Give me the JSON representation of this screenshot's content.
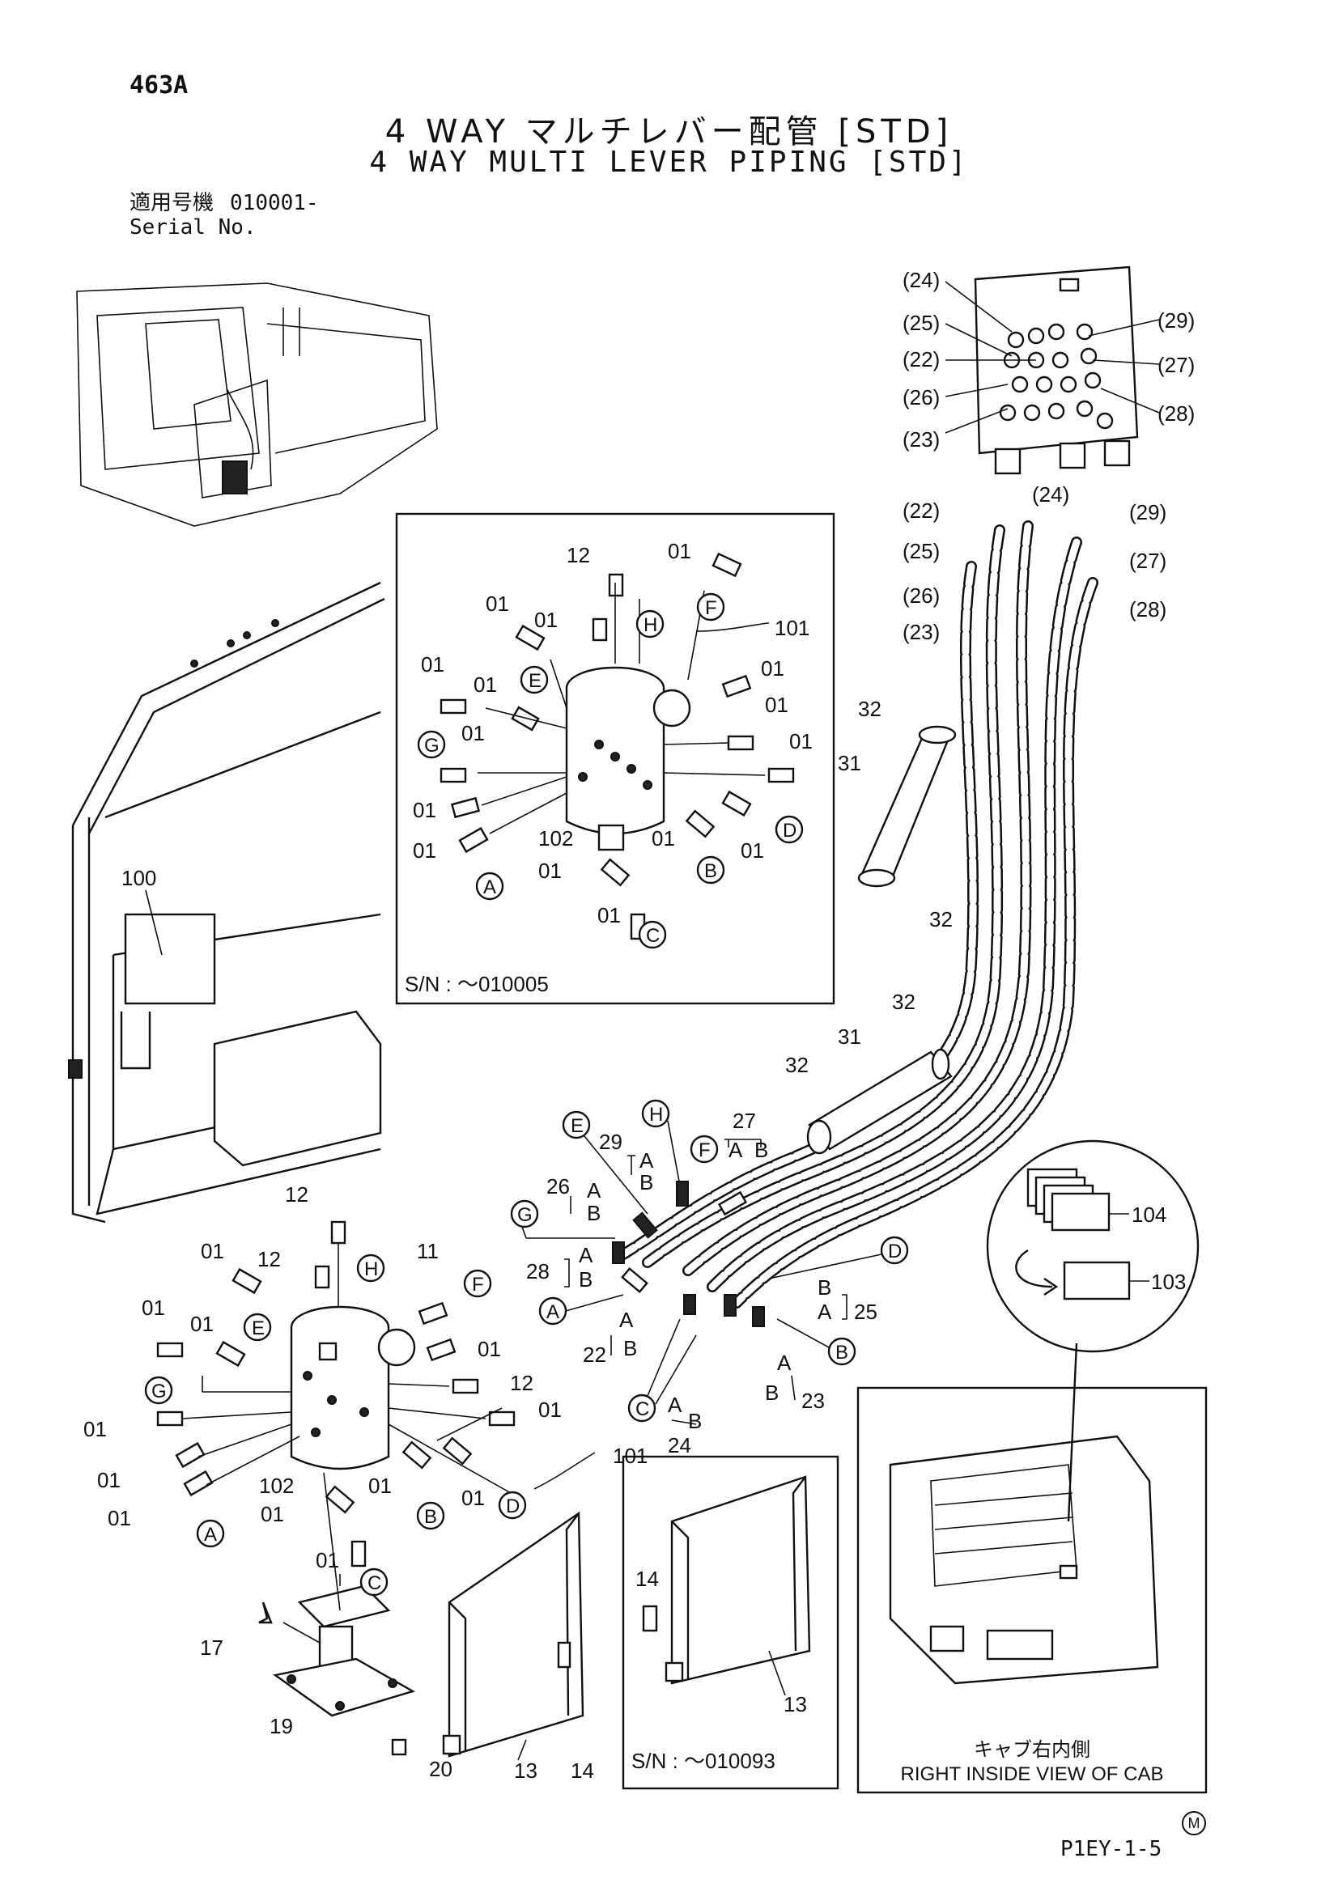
{
  "header": {
    "page_code": "463A",
    "title_jp": "4 WAY マルチレバー配管 [STD]",
    "title_en": "4 WAY MULTI LEVER PIPING [STD]",
    "serial_label_jp": "適用号機",
    "serial_range": "010001-",
    "serial_label_en": "Serial No."
  },
  "insets": {
    "upper_serial": "S/N :   ～010005",
    "lower_serial": "S/N :   ～010093",
    "cab_label_jp": "キャブ右内側",
    "cab_label_en": "RIGHT INSIDE VIEW OF CAB"
  },
  "footer": {
    "reference_code": "P1EY-1-5",
    "mark": "M"
  },
  "callouts": {
    "valve_ports": [
      "(24)",
      "(25)",
      "(22)",
      "(26)",
      "(23)",
      "(29)",
      "(27)",
      "(28)"
    ],
    "hose_ends": [
      "(22)",
      "(24)",
      "(25)",
      "(26)",
      "(23)",
      "(29)",
      "(27)",
      "(28)"
    ],
    "ab": [
      "A",
      "B"
    ],
    "circled": [
      "A",
      "B",
      "C",
      "D",
      "E",
      "F",
      "G",
      "H"
    ],
    "numbers": [
      "01",
      "11",
      "12",
      "13",
      "14",
      "17",
      "19",
      "20",
      "22",
      "23",
      "24",
      "25",
      "26",
      "27",
      "28",
      "29",
      "31",
      "32",
      "100",
      "101",
      "102",
      "103",
      "104"
    ]
  }
}
